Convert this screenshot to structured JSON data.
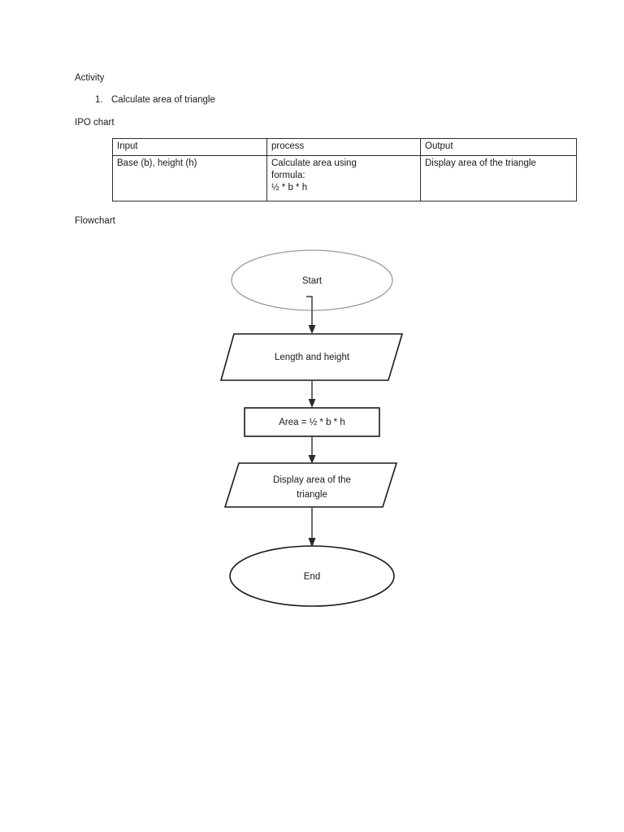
{
  "document": {
    "activity_heading": "Activity",
    "list": [
      {
        "marker": "1.",
        "text": "Calculate area of triangle"
      }
    ],
    "ipo_heading": "IPO chart",
    "flowchart_heading": "Flowchart"
  },
  "ipo_table": {
    "headers": [
      "Input",
      "process",
      "Output"
    ],
    "rows": [
      {
        "input": [
          "Base (b), height (h)"
        ],
        "process": [
          "Calculate area using",
          "formula:",
          "½ * b * h"
        ],
        "output": [
          "Display area of the triangle"
        ]
      }
    ]
  },
  "flowchart": {
    "nodes": [
      {
        "id": "start",
        "shape": "ellipse",
        "label": "Start"
      },
      {
        "id": "input",
        "shape": "parallelogram",
        "label": "Length and height"
      },
      {
        "id": "process",
        "shape": "rectangle",
        "label": "Area = ½ * b * h"
      },
      {
        "id": "output",
        "shape": "parallelogram",
        "label_line1": "Display area of the",
        "label_line2": "triangle"
      },
      {
        "id": "end",
        "shape": "ellipse",
        "label": "End"
      }
    ],
    "edges": [
      {
        "from": "start",
        "to": "input"
      },
      {
        "from": "input",
        "to": "process"
      },
      {
        "from": "process",
        "to": "output"
      },
      {
        "from": "output",
        "to": "end"
      }
    ],
    "colors": {
      "start_outline": "#9b9b9b",
      "shape_outline": "#1a1a1a",
      "connector": "#3d3d3d",
      "shape_fill": "#ffffff"
    }
  }
}
